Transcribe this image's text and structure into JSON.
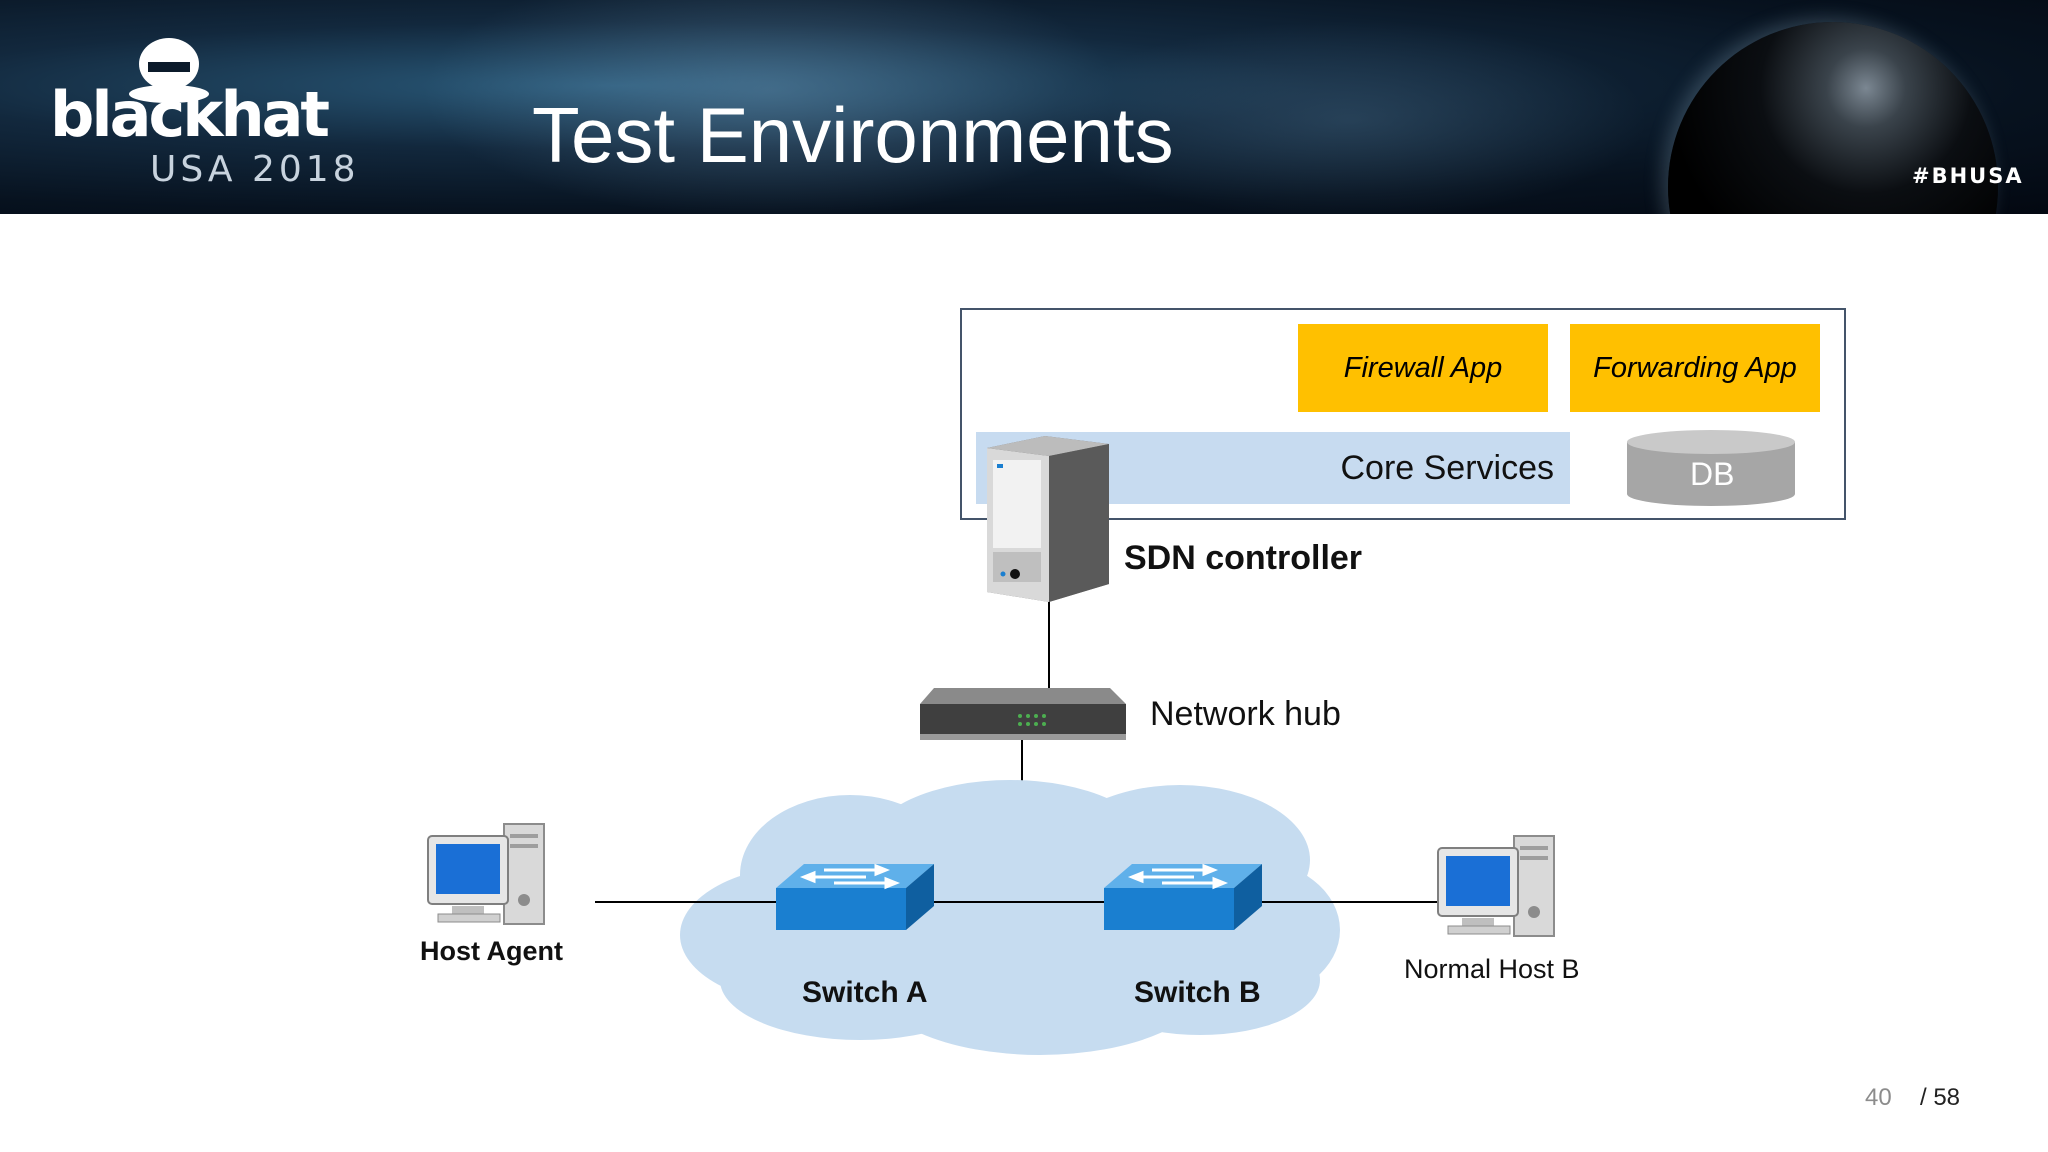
{
  "header": {
    "logo_word": "blackhat",
    "logo_sub": "USA 2018",
    "title": "Test Environments",
    "hashtag": "#BHUSA"
  },
  "diagram": {
    "apps": [
      {
        "label": "Firewall App"
      },
      {
        "label": "Forwarding App"
      }
    ],
    "core_services": "Core Services",
    "db": "DB",
    "controller_label": "SDN controller",
    "hub_label": "Network hub",
    "host_agent_label": "Host Agent",
    "switch_a_label": "Switch A",
    "switch_b_label": "Switch B",
    "host_b_label": "Normal Host B",
    "colors": {
      "app_fill": "#ffc000",
      "core_fill": "#c7dbf0",
      "cloud_fill": "#c6dcf0",
      "switch_fill": "#1a7fd0",
      "db_fill": "#a6a6a6"
    }
  },
  "footer": {
    "page_current": "40",
    "page_total": "/ 58"
  }
}
